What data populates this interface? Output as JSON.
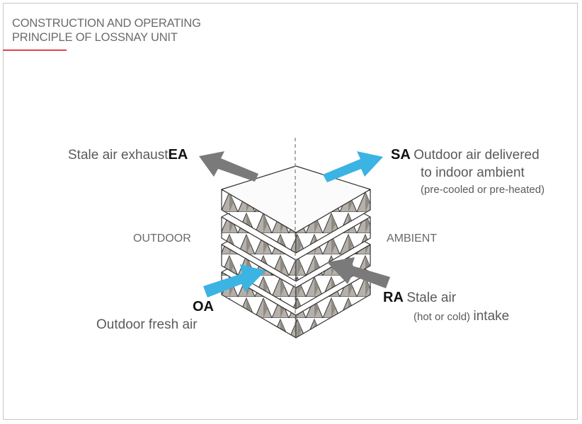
{
  "title": {
    "line1": "CONSTRUCTION AND OPERATING",
    "line2": "PRINCIPLE OF LOSSNAY UNIT"
  },
  "labels": {
    "ea": {
      "code": "EA",
      "desc": "Stale air exhaust"
    },
    "sa": {
      "code": "SA",
      "line1": "Outdoor air delivered",
      "line2": "to indoor ambient",
      "note": "(pre-cooled or pre-heated)"
    },
    "oa": {
      "code": "OA",
      "desc": "Outdoor fresh air"
    },
    "ra": {
      "code": "RA",
      "line1": "Stale air",
      "note": "(hot or cold)",
      "line2": "intake"
    },
    "outdoor": "OUTDOOR",
    "ambient": "AMBIENT"
  },
  "colors": {
    "fresh_air_arrow": "#3bb3e3",
    "stale_air_arrow": "#7a7a7a",
    "title_underline": "#e0454d"
  }
}
